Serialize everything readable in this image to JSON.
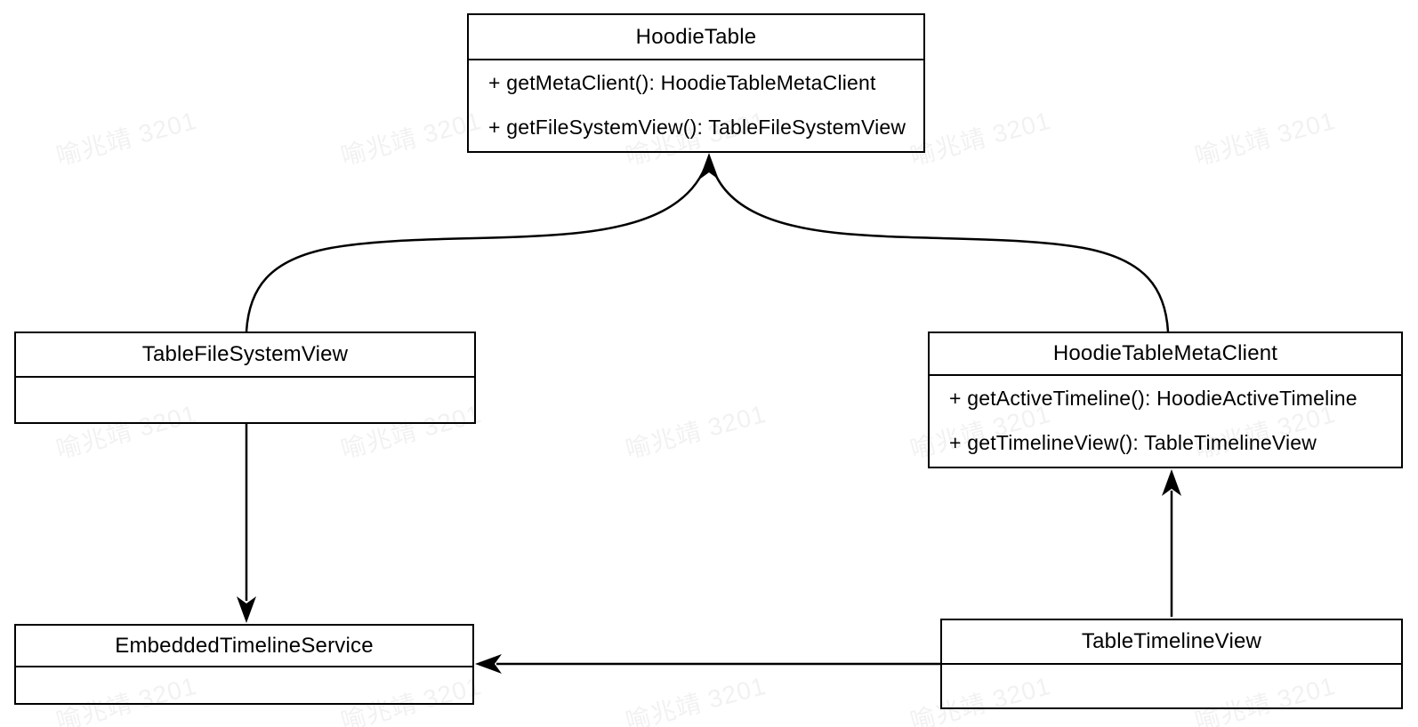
{
  "diagram": {
    "type": "uml-class-diagram",
    "colors": {
      "stroke": "#000000",
      "background": "#ffffff",
      "watermark": "rgba(0,0,0,0.055)"
    },
    "classes": [
      {
        "name": "HoodieTable",
        "methods": [
          "+ getMetaClient(): HoodieTableMetaClient",
          "+ getFileSystemView(): TableFileSystemView"
        ]
      },
      {
        "name": "TableFileSystemView",
        "methods": []
      },
      {
        "name": "HoodieTableMetaClient",
        "methods": [
          "+ getActiveTimeline(): HoodieActiveTimeline",
          "+ getTimelineView(): TableTimelineView"
        ]
      },
      {
        "name": "EmbeddedTimelineService",
        "methods": []
      },
      {
        "name": "TableTimelineView",
        "methods": []
      }
    ],
    "edges": [
      {
        "from": "TableFileSystemView",
        "to": "HoodieTable",
        "style": "curved-arrow"
      },
      {
        "from": "HoodieTableMetaClient",
        "to": "HoodieTable",
        "style": "curved-arrow"
      },
      {
        "from": "TableFileSystemView",
        "to": "EmbeddedTimelineService",
        "style": "straight-arrow"
      },
      {
        "from": "TableTimelineView",
        "to": "HoodieTableMetaClient",
        "style": "straight-arrow"
      },
      {
        "from": "TableTimelineView",
        "to": "EmbeddedTimelineService",
        "style": "straight-arrow"
      }
    ]
  },
  "watermark": {
    "text": "喻兆靖 3201"
  }
}
